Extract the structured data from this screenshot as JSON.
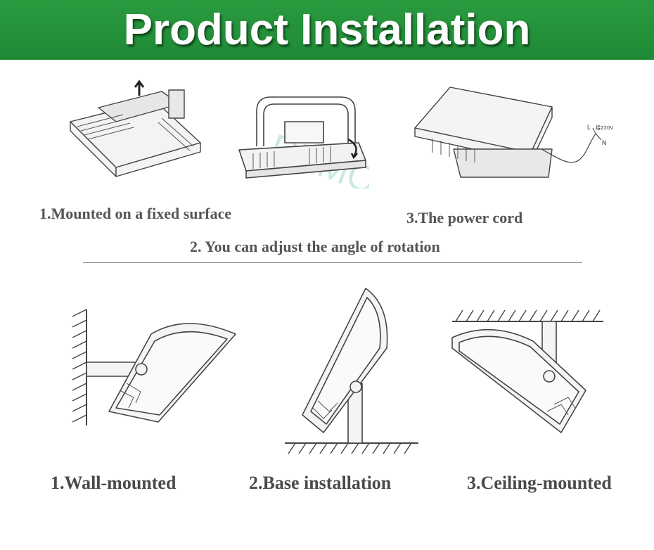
{
  "banner": {
    "title": "Product Installation"
  },
  "top_captions": {
    "fixed_surface": "1.Mounted on a fixed surface",
    "power_cord": "3.The power cord",
    "rotation": "2. You can adjust the angle of rotation"
  },
  "cord_labels": {
    "line": "L",
    "neutral": "N",
    "voltage": "接220V"
  },
  "watermark": {
    "text": "REMON"
  },
  "bottom_captions": {
    "wall": "1.Wall-mounted",
    "base": "2.Base installation",
    "ceiling": "3.Ceiling-mounted"
  },
  "colors": {
    "banner": "#229640",
    "watermark": "#7fcfb8",
    "caption": "#555555"
  }
}
